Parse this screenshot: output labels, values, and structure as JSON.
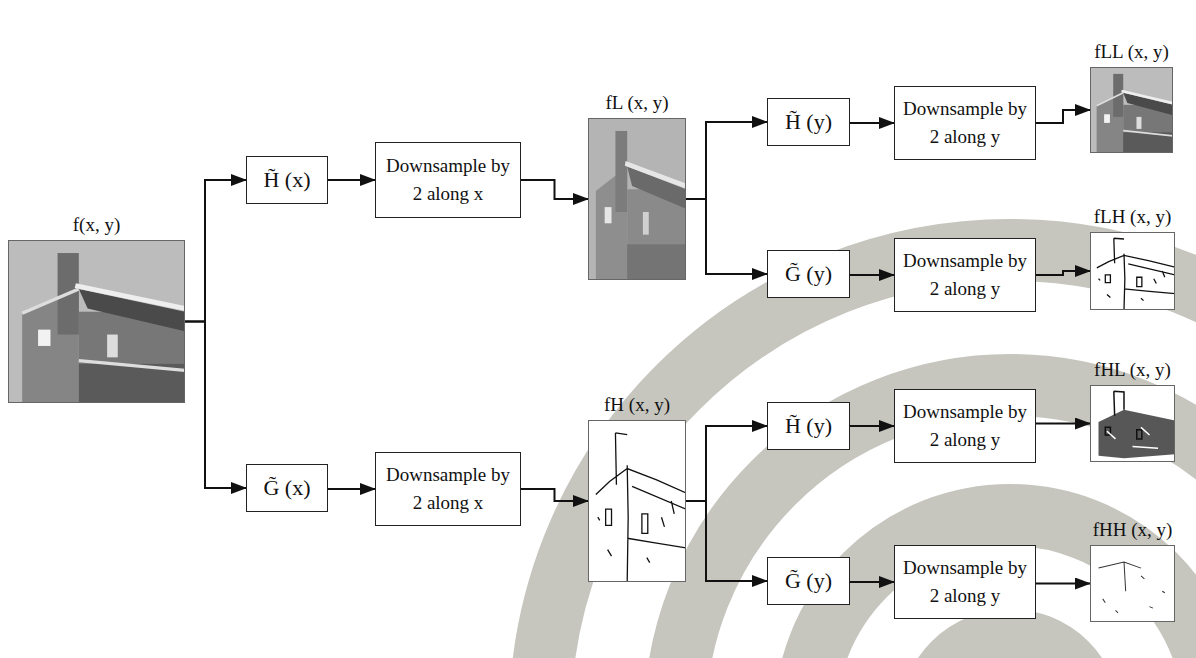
{
  "diagram": {
    "nodes": [
      {
        "text": [
          "f(x, y)"
        ]
      },
      {
        "text": [
          "H̃ (x)"
        ]
      },
      {
        "text": [
          "Downsample by 2 along x"
        ]
      },
      {
        "text": [
          "fL (x, y)"
        ]
      },
      {
        "text": [
          "H̃ (y)"
        ]
      },
      {
        "text": [
          "Downsample by 2 along y"
        ]
      },
      {
        "text": [
          "fLL (x, y)"
        ]
      },
      {
        "text": [
          "G̃ (y)"
        ]
      },
      {
        "text": [
          "Downsample by 2 along y"
        ]
      },
      {
        "text": [
          "fLH (x, y)"
        ]
      },
      {
        "text": [
          "G̃ (x)"
        ]
      },
      {
        "text": [
          "Downsample by 2 along x"
        ]
      },
      {
        "text": [
          "fH (x, y)"
        ]
      },
      {
        "text": [
          "H̃ (y)"
        ]
      },
      {
        "text": [
          "Downsample by 2 along y"
        ]
      },
      {
        "text": [
          "fHL (x, y)"
        ]
      },
      {
        "text": [
          "G̃ (y)"
        ]
      },
      {
        "text": [
          "Downsample by 2 along y"
        ]
      },
      {
        "text": [
          "fHH (x, y)"
        ]
      }
    ],
    "edges": [
      {
        "from": 0,
        "to": 1,
        "arrow": "to"
      },
      {
        "from": 0,
        "to": 10,
        "arrow": "to"
      },
      {
        "from": 1,
        "to": 2,
        "arrow": "to"
      },
      {
        "from": 2,
        "to": 3,
        "arrow": "to"
      },
      {
        "from": 3,
        "to": 4,
        "arrow": "to"
      },
      {
        "from": 3,
        "to": 7,
        "arrow": "to"
      },
      {
        "from": 4,
        "to": 5,
        "arrow": "to"
      },
      {
        "from": 5,
        "to": 6,
        "arrow": "to"
      },
      {
        "from": 7,
        "to": 8,
        "arrow": "to"
      },
      {
        "from": 8,
        "to": 9,
        "arrow": "to"
      },
      {
        "from": 10,
        "to": 11,
        "arrow": "to"
      },
      {
        "from": 11,
        "to": 12,
        "arrow": "to"
      },
      {
        "from": 12,
        "to": 13,
        "arrow": "to"
      },
      {
        "from": 12,
        "to": 16,
        "arrow": "to"
      },
      {
        "from": 13,
        "to": 14,
        "arrow": "to"
      },
      {
        "from": 14,
        "to": 15,
        "arrow": "to"
      },
      {
        "from": 16,
        "to": 17,
        "arrow": "to"
      },
      {
        "from": 17,
        "to": 18,
        "arrow": "to"
      }
    ]
  }
}
